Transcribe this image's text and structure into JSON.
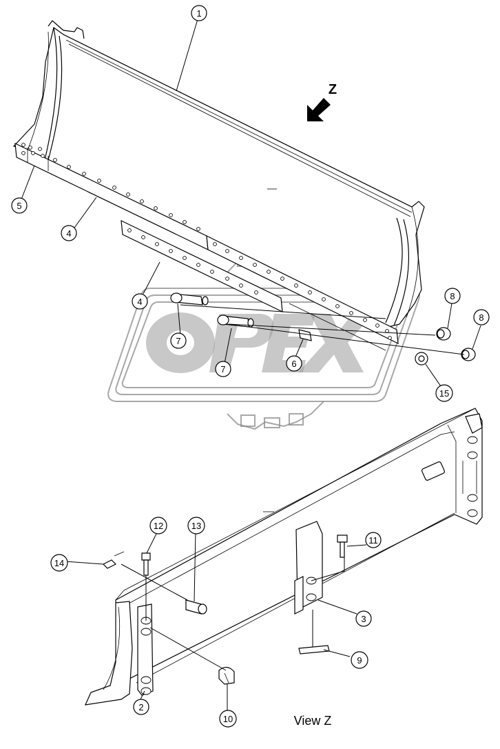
{
  "diagram": {
    "view_label": "View Z",
    "direction_label": "Z",
    "watermark_text": "OPEX",
    "callouts": [
      {
        "id": "1",
        "label": "1"
      },
      {
        "id": "2",
        "label": "2"
      },
      {
        "id": "3",
        "label": "3"
      },
      {
        "id": "4a",
        "label": "4"
      },
      {
        "id": "4b",
        "label": "4"
      },
      {
        "id": "5",
        "label": "5"
      },
      {
        "id": "6",
        "label": "6"
      },
      {
        "id": "7a",
        "label": "7"
      },
      {
        "id": "7b",
        "label": "7"
      },
      {
        "id": "8a",
        "label": "8"
      },
      {
        "id": "8b",
        "label": "8"
      },
      {
        "id": "9",
        "label": "9"
      },
      {
        "id": "10",
        "label": "10"
      },
      {
        "id": "11",
        "label": "11"
      },
      {
        "id": "12",
        "label": "12"
      },
      {
        "id": "13",
        "label": "13"
      },
      {
        "id": "14",
        "label": "14"
      },
      {
        "id": "15",
        "label": "15"
      }
    ]
  },
  "colors": {
    "line": "#000000",
    "background": "#ffffff",
    "watermark": "#8a8a8a"
  }
}
